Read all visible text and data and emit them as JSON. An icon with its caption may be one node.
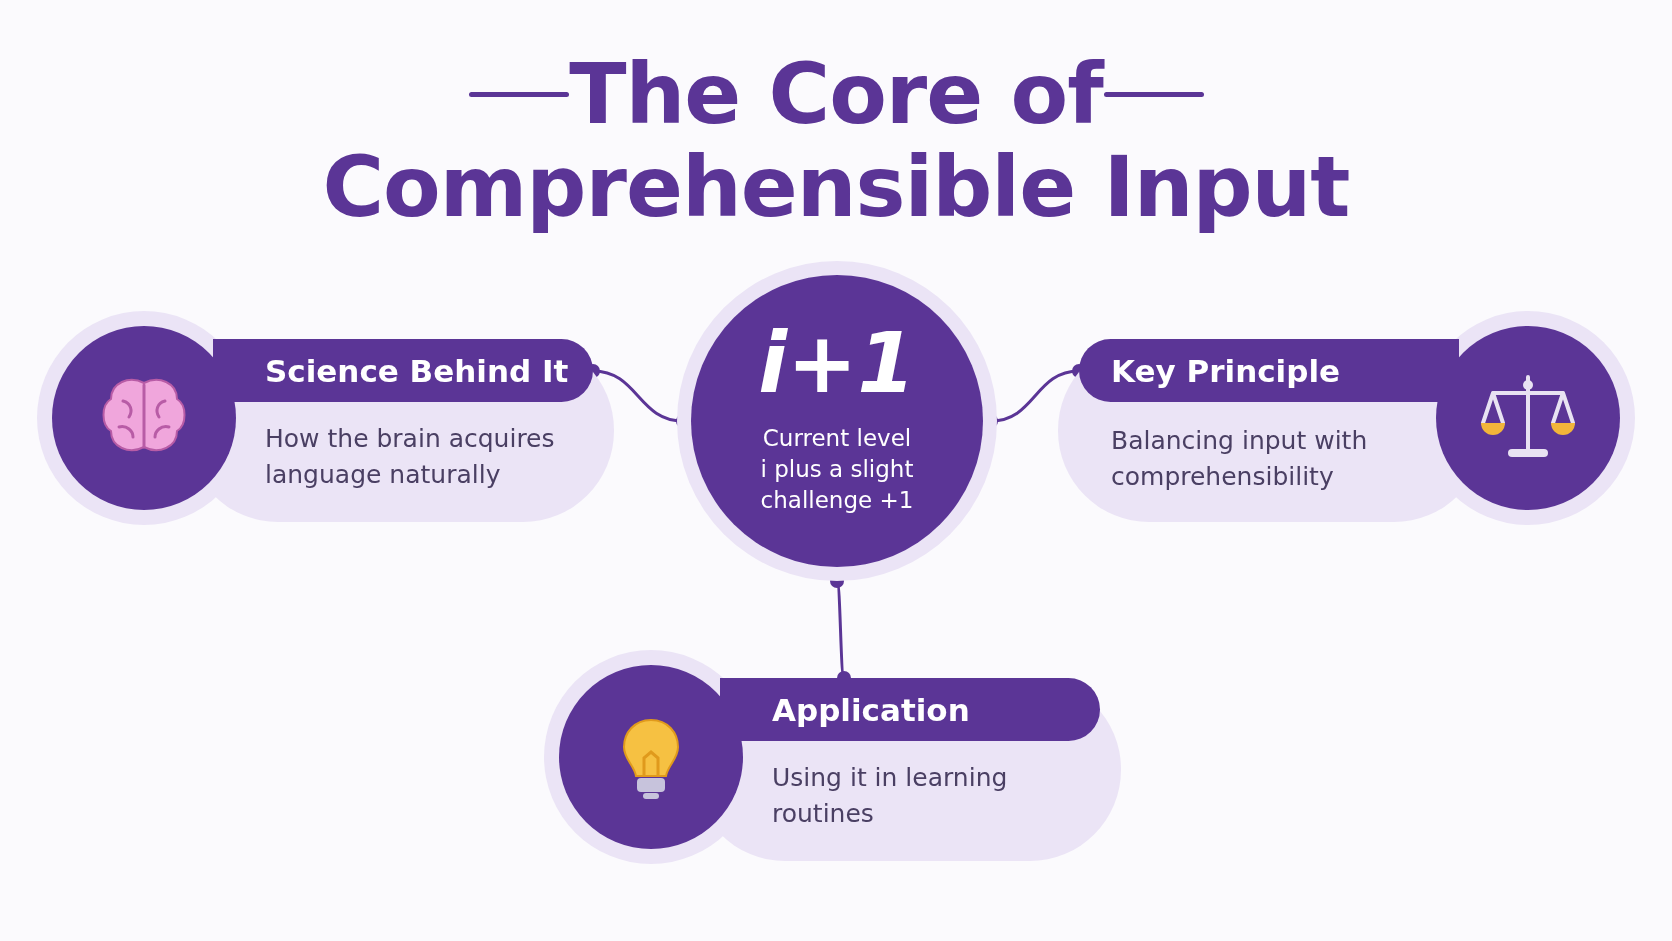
{
  "diagram": {
    "title": "The Core of Comprehensible Input",
    "nodes": [
      {
        "text": [
          "i+1",
          "Current level i plus a slight challenge +1"
        ]
      },
      {
        "text": [
          "Science Behind It",
          "How the brain acquires language naturally"
        ]
      },
      {
        "text": [
          "Key Principle",
          "Balancing input with comprehensibility"
        ]
      },
      {
        "text": [
          "Application",
          "Using it in learning routines"
        ]
      }
    ],
    "edges": [
      {
        "from": 0,
        "to": 1,
        "arrow": "other"
      },
      {
        "from": 0,
        "to": 2,
        "arrow": "other"
      },
      {
        "from": 0,
        "to": 3,
        "arrow": "other"
      }
    ]
  }
}
